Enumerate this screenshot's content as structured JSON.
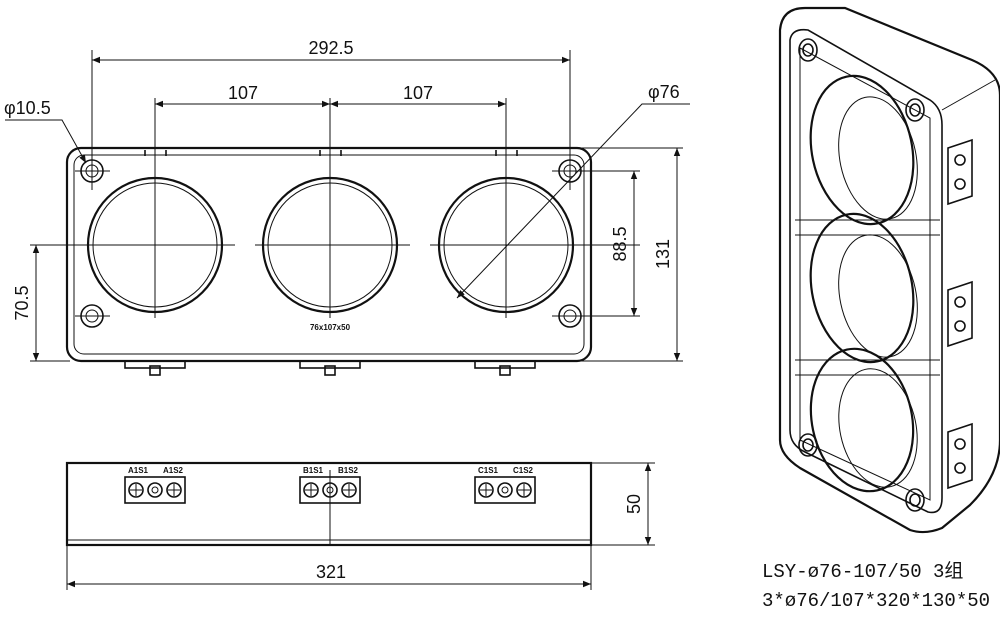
{
  "front_view": {
    "dim_overall_hole_span": "292.5",
    "dim_pitch_left": "107",
    "dim_pitch_right": "107",
    "dim_mount_hole": "φ10.5",
    "dim_window": "φ76",
    "dim_height_hole_span": "88.5",
    "dim_height_total": "131",
    "dim_center_height": "70.5",
    "model_mark": "76x107x50"
  },
  "bottom_view": {
    "terminals": [
      {
        "s1": "A1S1",
        "s2": "A1S2"
      },
      {
        "s1": "B1S1",
        "s2": "B1S2"
      },
      {
        "s1": "C1S1",
        "s2": "C1S2"
      }
    ],
    "dim_depth": "50",
    "dim_length": "321"
  },
  "caption": {
    "line1": "LSY-ø76-107/50  3组",
    "line2": "3*ø76/107*320*130*50"
  }
}
